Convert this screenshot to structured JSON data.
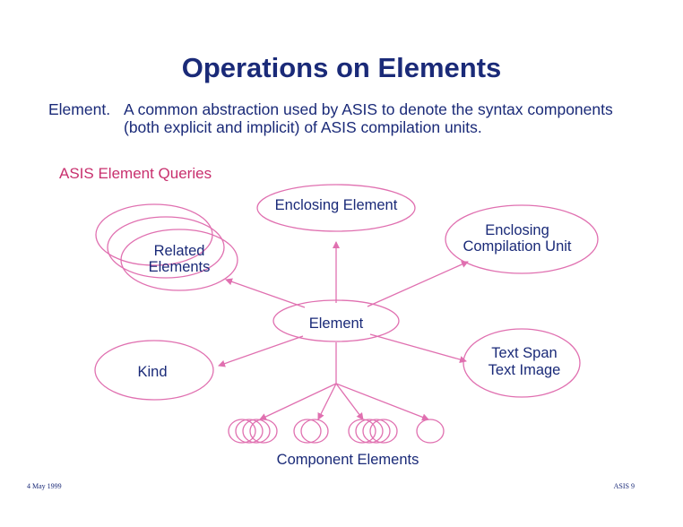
{
  "title": "Operations on Elements",
  "definition": {
    "term": "Element.",
    "line1": "A common abstraction used by ASIS to denote the syntax components",
    "line2": "(both explicit and implicit) of ASIS compilation units."
  },
  "section_label": "ASIS Element Queries",
  "nodes": {
    "enclosing_element": "Enclosing Element",
    "enclosing_unit_line1": "Enclosing",
    "enclosing_unit_line2": "Compilation Unit",
    "related_line1": "Related",
    "related_line2": "Elements",
    "element": "Element",
    "kind": "Kind",
    "text_span": "Text Span",
    "text_image": "Text Image",
    "component_elements": "Component Elements"
  },
  "footer": {
    "date": "4 May 1999",
    "page": "ASIS 9"
  },
  "colors": {
    "title": "#1a2a78",
    "accent": "#c8306e",
    "stroke": "#e070b0"
  }
}
